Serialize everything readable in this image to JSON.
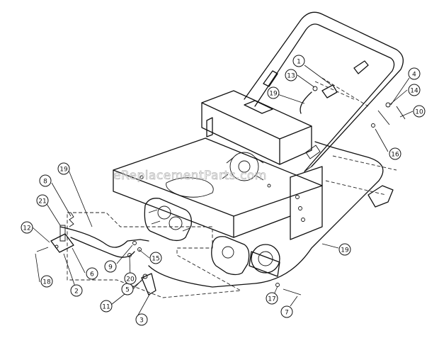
{
  "watermark": "eReplacementParts.com",
  "callouts": [
    {
      "id": "c1",
      "label": "1"
    },
    {
      "id": "c2",
      "label": "2"
    },
    {
      "id": "c3",
      "label": "3"
    },
    {
      "id": "c4",
      "label": "4"
    },
    {
      "id": "c5",
      "label": "5"
    },
    {
      "id": "c6",
      "label": "6"
    },
    {
      "id": "c7",
      "label": "7"
    },
    {
      "id": "c8",
      "label": "8"
    },
    {
      "id": "c9",
      "label": "9"
    },
    {
      "id": "c10",
      "label": "10"
    },
    {
      "id": "c11",
      "label": "11"
    },
    {
      "id": "c12",
      "label": "12"
    },
    {
      "id": "c13",
      "label": "13"
    },
    {
      "id": "c14",
      "label": "14"
    },
    {
      "id": "c15",
      "label": "15"
    },
    {
      "id": "c16",
      "label": "16"
    },
    {
      "id": "c17",
      "label": "17"
    },
    {
      "id": "c18",
      "label": "18"
    },
    {
      "id": "c19a",
      "label": "19"
    },
    {
      "id": "c19b",
      "label": "19"
    },
    {
      "id": "c19c",
      "label": "19"
    },
    {
      "id": "c20",
      "label": "20"
    },
    {
      "id": "c21",
      "label": "21"
    }
  ]
}
